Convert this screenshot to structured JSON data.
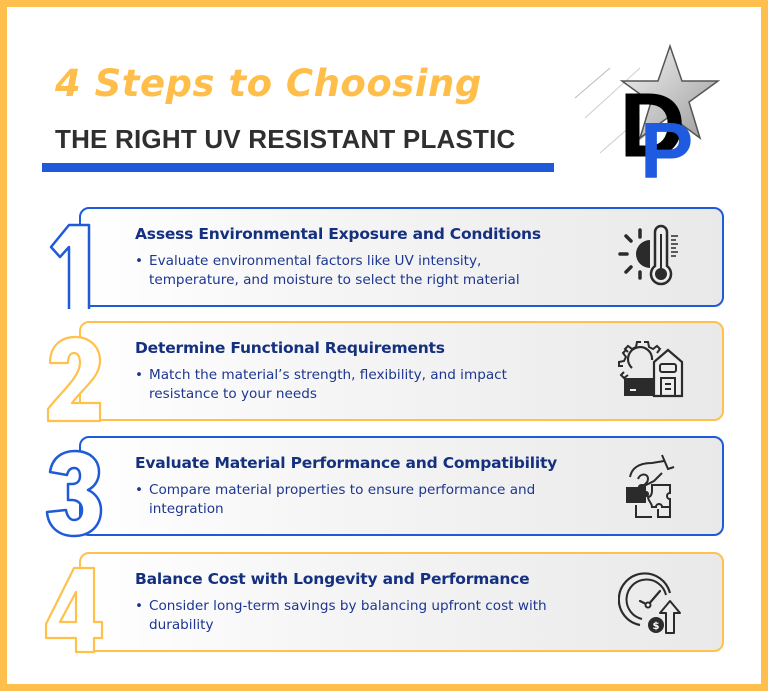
{
  "header": {
    "title": "4 Steps to Choosing",
    "subtitle": "THE RIGHT UV RESISTANT PLASTIC",
    "logo_text": "DP"
  },
  "colors": {
    "gold": "#FFBF4C",
    "blue": "#1F5BD8",
    "navy_text": "#15307F",
    "dark_text": "#2F2F2F",
    "icon": "#2B2B2B"
  },
  "steps": [
    {
      "number": "1",
      "accent": "blue",
      "title": "Assess Environmental Exposure and Conditions",
      "bullet": "Evaluate environmental factors like UV intensity, temperature, and moisture to select the right material",
      "icon": "sun-thermometer-icon"
    },
    {
      "number": "2",
      "accent": "gold",
      "title": "Determine Functional Requirements",
      "bullet": "Match the material’s strength, flexibility, and impact resistance to your needs",
      "icon": "gear-factory-icon"
    },
    {
      "number": "3",
      "accent": "blue",
      "title": "Evaluate Material Performance and Compatibility",
      "bullet": "Compare material properties to ensure performance and integration",
      "icon": "puzzle-hand-icon"
    },
    {
      "number": "4",
      "accent": "gold",
      "title": "Balance Cost with Longevity and Performance",
      "bullet": "Consider long-term savings by balancing upfront cost with durability",
      "icon": "clock-dollar-growth-icon"
    }
  ]
}
